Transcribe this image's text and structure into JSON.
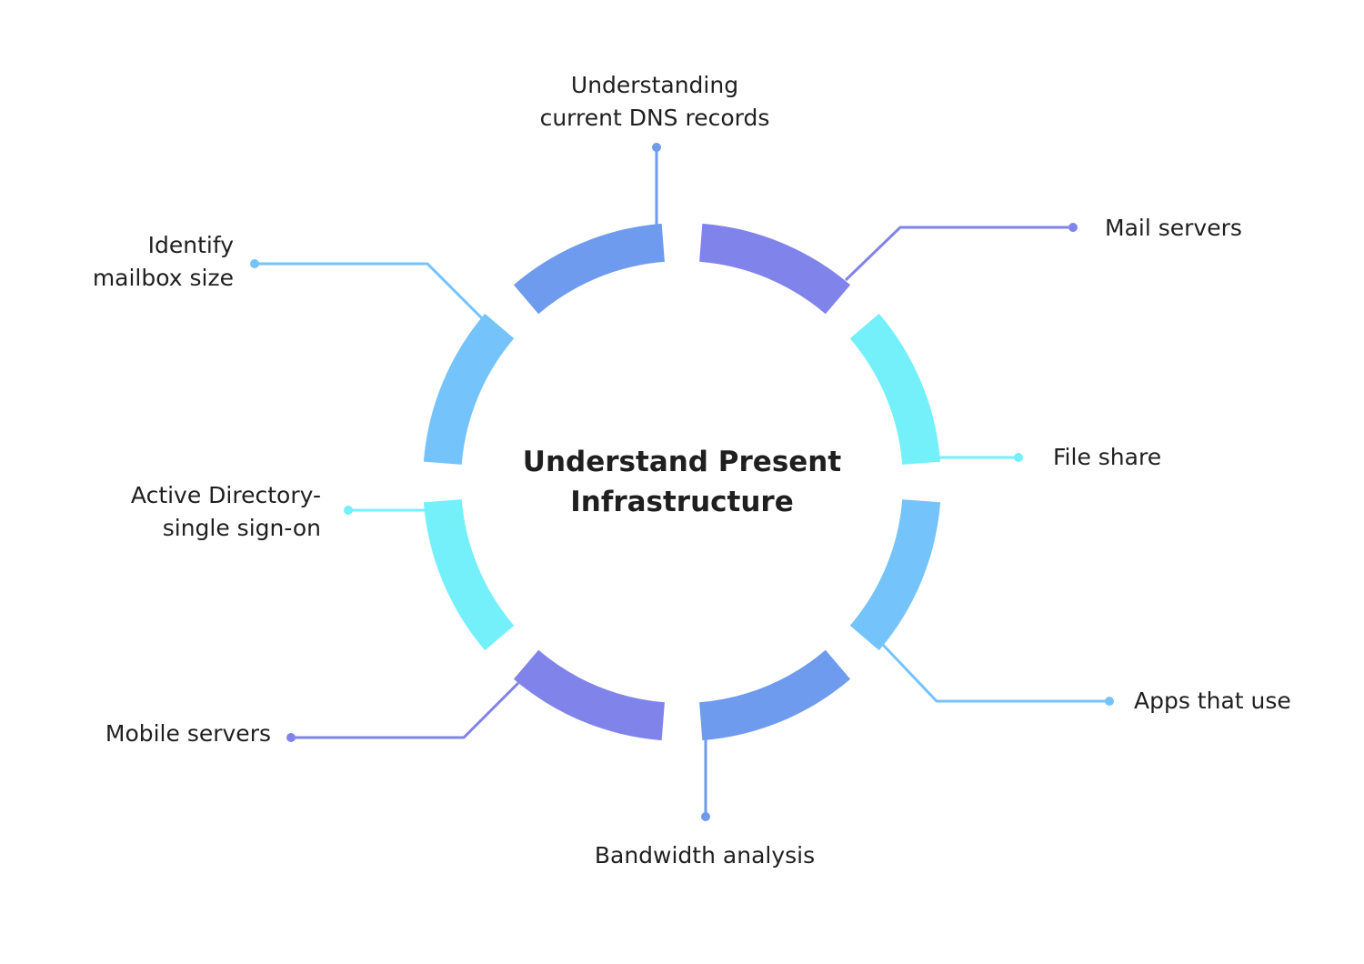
{
  "title": "Understand Present Infrastructure",
  "colors": {
    "blue": "#6E9BEE",
    "purple": "#8083EA",
    "cyan": "#74F0FB",
    "sky": "#74C4FB",
    "text": "#1F1F1F"
  },
  "items": [
    {
      "label": "Understanding current DNS records",
      "lines": [
        "Understanding",
        "current DNS records"
      ],
      "color": "#6E9BEE"
    },
    {
      "label": "Mail servers",
      "lines": [
        "Mail servers"
      ],
      "color": "#8083EA"
    },
    {
      "label": "File share",
      "lines": [
        "File share"
      ],
      "color": "#74F0FB"
    },
    {
      "label": "Apps that use",
      "lines": [
        "Apps that use"
      ],
      "color": "#74C4FB"
    },
    {
      "label": "Bandwidth analysis",
      "lines": [
        "Bandwidth analysis"
      ],
      "color": "#6E9BEE"
    },
    {
      "label": "Mobile servers",
      "lines": [
        "Mobile servers"
      ],
      "color": "#8083EA"
    },
    {
      "label": "Active Directory-single sign-on",
      "lines": [
        "Active Directory-",
        "single sign-on"
      ],
      "color": "#74F0FB"
    },
    {
      "label": "Identify mailbox size",
      "lines": [
        "Identify",
        "mailbox size"
      ],
      "color": "#74C4FB"
    }
  ]
}
